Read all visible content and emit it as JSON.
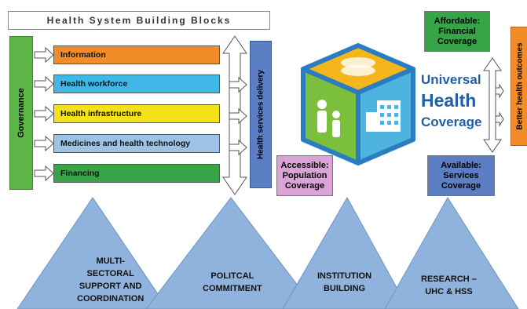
{
  "title": "Health System Building Blocks",
  "governance": "Governance",
  "blocks": [
    {
      "label": "Information",
      "color": "#f28c28"
    },
    {
      "label": "Health workforce",
      "color": "#3fb8e8"
    },
    {
      "label": "Health infrastructure",
      "color": "#f5e11a"
    },
    {
      "label": "Medicines and health technology",
      "color": "#9cc3e6"
    },
    {
      "label": "Financing",
      "color": "#37a447"
    }
  ],
  "health_services_delivery": "Health services delivery",
  "uhc": {
    "line1": "Universal",
    "line2": "Health",
    "line3": "Coverage"
  },
  "affordable": "Affordable: Financial Coverage",
  "accessible": "Accessible: Population Coverage",
  "available": "Available: Services Coverage",
  "better_outcomes": "Better health outcomes",
  "pillars": [
    {
      "lines": [
        "MULTI-",
        "SECTORAL",
        "SUPPORT AND",
        "COORDINATION"
      ]
    },
    {
      "lines": [
        "POLITCAL",
        "COMMITMENT"
      ]
    },
    {
      "lines": [
        "INSTITUTION",
        "BUILDING"
      ]
    },
    {
      "lines": [
        "RESEARCH –",
        "UHC & HSS"
      ]
    }
  ],
  "colors": {
    "governance": "#5cb546",
    "hsd": "#5b7fc2",
    "affordable": "#37a447",
    "accessible": "#d9a3d6",
    "available": "#5b7fc2",
    "better_outcomes": "#f28c28",
    "pyramid": "#8fb3dc",
    "uhc_text": "#1f5fa8"
  }
}
